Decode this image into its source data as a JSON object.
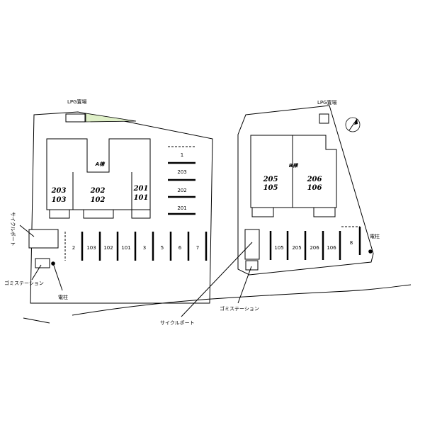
{
  "lpg_label": "LPG置場",
  "cycle_port_label": "サイクルポート",
  "garbage_station_label": "ゴミステーション",
  "utility_pole_label": "電柱",
  "building_a": {
    "name": "A棟",
    "units_left": [
      "203",
      "103"
    ],
    "units_center": [
      "202",
      "102"
    ],
    "units_right": [
      "201",
      "101"
    ]
  },
  "building_b": {
    "name": "B棟",
    "units_left": [
      "205",
      "105"
    ],
    "units_right": [
      "206",
      "106"
    ]
  },
  "parking_a_bottom": [
    "2",
    "103",
    "102",
    "101",
    "3",
    "5",
    "6",
    "7"
  ],
  "parking_a_side": [
    "1",
    "203",
    "202",
    "201"
  ],
  "parking_b_bottom": [
    "105",
    "205",
    "206",
    "106"
  ],
  "parking_b_side": "8"
}
